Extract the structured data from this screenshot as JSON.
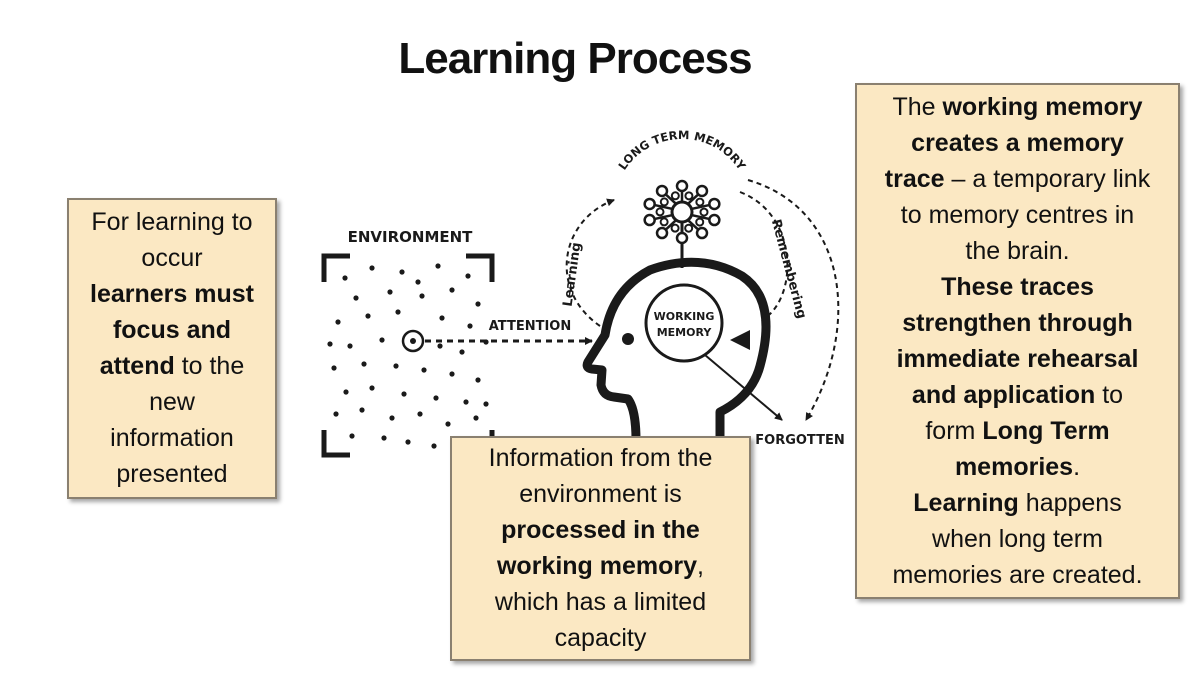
{
  "title": "Learning Process",
  "colors": {
    "box_fill": "#fbe8c3",
    "box_border": "#8a8070",
    "ink": "#1a1a1a"
  },
  "diagram": {
    "environment": "ENVIRONMENT",
    "attention": "ATTENTION",
    "long_term_memory": "LONG TERM MEMORY",
    "working_memory_line1": "WORKING",
    "working_memory_line2": "MEMORY",
    "learning": "Learning",
    "remembering": "Remembering",
    "forgotten": "FORGOTTEN"
  },
  "boxes": {
    "left": {
      "l1": "For learning to",
      "l2": "occur",
      "l3": "learners must",
      "l4": "focus and",
      "l5_bold": "attend",
      "l5_rest": " to the",
      "l6": "new",
      "l7": "information",
      "l8": "presented"
    },
    "middle": {
      "l1": "Information from the",
      "l2": "environment is",
      "l3": "processed in the",
      "l4": "working memory",
      "l4_rest": ",",
      "l5": "which has a limited",
      "l6": "capacity"
    },
    "right": {
      "l1_a": "The ",
      "l1_b": "working memory",
      "l2": "creates a memory",
      "l3_b": "trace",
      "l3_rest": " – a temporary link",
      "l4": "to memory centres in",
      "l5": "the brain.",
      "l6": "These traces",
      "l7": "strengthen through",
      "l8": "immediate rehearsal",
      "l9_b": "and application",
      "l9_rest": " to",
      "l10_a": "form ",
      "l10_b": "Long Term",
      "l11_b": "memories",
      "l11_rest": ".",
      "l12_b": "Learning",
      "l12_rest": " happens",
      "l13": "when long term",
      "l14": "memories are created."
    }
  }
}
